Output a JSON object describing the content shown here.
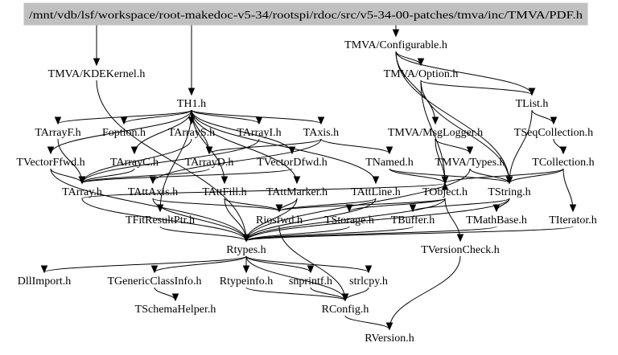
{
  "graph": {
    "root": "/mnt/vdb/lsf/workspace/root-makedoc-v5-34/rootspi/rdoc/src/v5-34-00-patches/tmva/inc/TMVA/PDF.h",
    "nodes": [
      "TMVA/Configurable.h",
      "TMVA/KDEKernel.h",
      "TMVA/Option.h",
      "TH1.h",
      "TList.h",
      "TArrayF.h",
      "Foption.h",
      "TArrayS.h",
      "TArrayI.h",
      "TAxis.h",
      "TMVA/MsgLogger.h",
      "TSeqCollection.h",
      "TVectorFfwd.h",
      "TArrayC.h",
      "TArrayD.h",
      "TVectorDfwd.h",
      "TNamed.h",
      "TMVA/Types.h",
      "TCollection.h",
      "TArray.h",
      "TAttAxis.h",
      "TAttFill.h",
      "TAttMarker.h",
      "TAttLine.h",
      "TObject.h",
      "TString.h",
      "TFitResultPtr.h",
      "Riosfwd.h",
      "TStorage.h",
      "TBuffer.h",
      "TMathBase.h",
      "TIterator.h",
      "Rtypes.h",
      "TVersionCheck.h",
      "DllImport.h",
      "TGenericClassInfo.h",
      "Rtypeinfo.h",
      "snprintf.h",
      "strlcpy.h",
      "TSchemaHelper.h",
      "RConfig.h",
      "RVersion.h"
    ]
  }
}
